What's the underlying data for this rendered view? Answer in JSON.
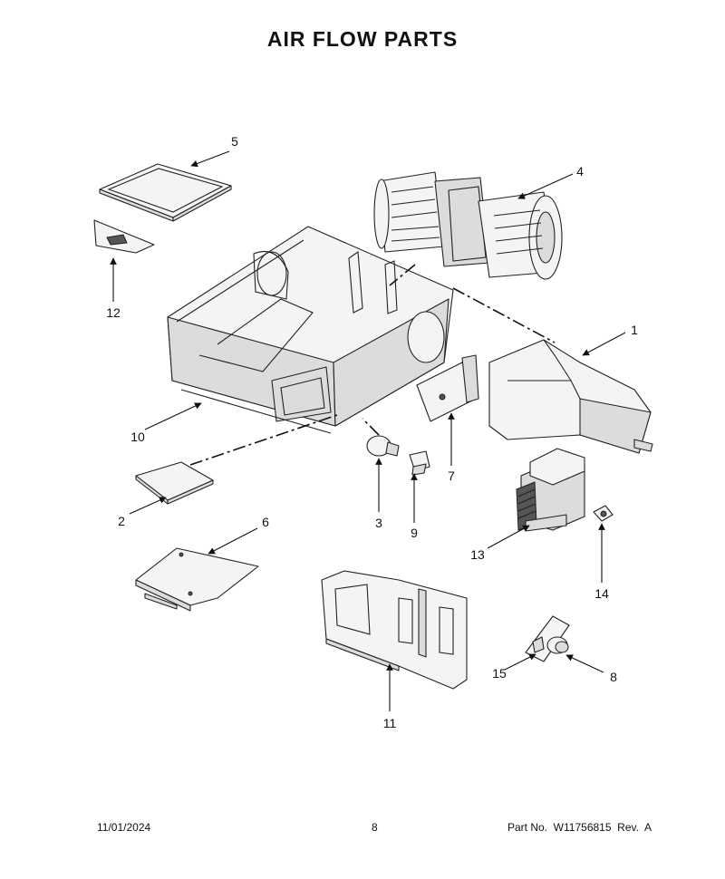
{
  "title": "AIR FLOW PARTS",
  "callouts": {
    "c1": "1",
    "c2": "2",
    "c3": "3",
    "c4": "4",
    "c5": "5",
    "c6": "6",
    "c7": "7",
    "c8": "8",
    "c9": "9",
    "c10": "10",
    "c11": "11",
    "c12": "12",
    "c13": "13",
    "c14": "14",
    "c15": "15"
  },
  "footer": {
    "date": "11/01/2024",
    "page": "8",
    "part_no": "Part No.  W11756815  Rev.  A"
  }
}
